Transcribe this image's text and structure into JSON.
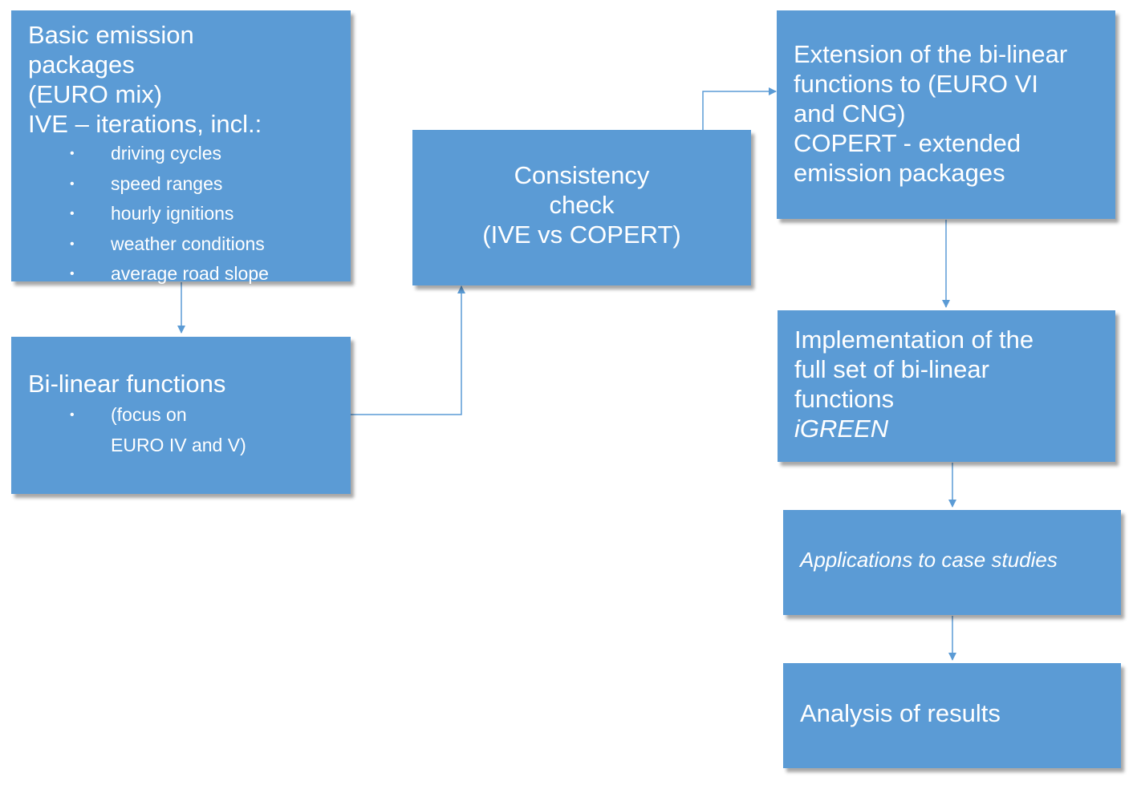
{
  "boxes": {
    "basic_emission": {
      "lines": [
        "Basic emission",
        "packages",
        "(EURO mix)",
        "IVE – iterations, incl.:"
      ],
      "bullets": [
        "driving cycles",
        "speed ranges",
        "hourly ignitions",
        "weather conditions",
        "average road slope"
      ]
    },
    "bilinear": {
      "title": "Bi-linear functions",
      "bullet_lines": [
        "(focus on",
        "EURO IV and V)"
      ]
    },
    "consistency": {
      "lines": [
        "Consistency",
        "check",
        "(IVE vs COPERT)"
      ]
    },
    "extension": {
      "lines": [
        "Extension of the bi-linear",
        "functions to (EURO VI",
        "and CNG)",
        "COPERT - extended",
        "emission packages"
      ]
    },
    "implementation": {
      "lines": [
        "Implementation of the",
        "full set of bi-linear",
        "functions"
      ],
      "italic_line": "iGREEN"
    },
    "applications": {
      "label": "Applications to case studies"
    },
    "analysis": {
      "label": "Analysis of results"
    }
  },
  "colors": {
    "box_fill": "#5b9bd5",
    "box_text": "#ffffff",
    "connector": "#5b9bd5"
  }
}
